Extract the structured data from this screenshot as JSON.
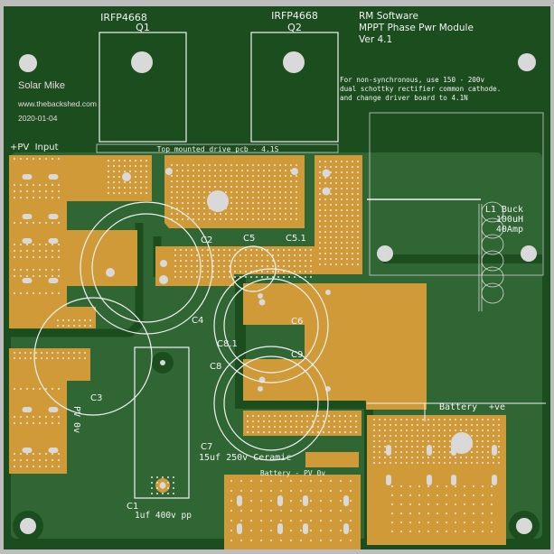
{
  "colors": {
    "background": "#bdbdbd",
    "board_dark": "#1b4d1f",
    "board_fill": "#2f6633",
    "copper": "#d09a38",
    "hole": "#d9d9d9",
    "silkscreen": "#f2f2f2",
    "author_text": "#e8d9de"
  },
  "components": {
    "q1": {
      "part": "IRFP4668",
      "ref": "Q1"
    },
    "q2": {
      "part": "IRFP4668",
      "ref": "Q2"
    },
    "l1": {
      "ref_name": "L1 Buck",
      "value": "100uH",
      "rating": "40Amp"
    },
    "c1": {
      "ref": "C1",
      "value": "1uf 400v pp"
    },
    "c2": {
      "ref": "C2"
    },
    "c3": {
      "ref": "C3"
    },
    "c4": {
      "ref": "C4"
    },
    "c5": {
      "ref": "C5"
    },
    "c5_1": {
      "ref": "C5.1"
    },
    "c6": {
      "ref": "C6"
    },
    "c7": {
      "ref": "C7",
      "value": "15uf 250v Ceramic"
    },
    "c8": {
      "ref": "C8"
    },
    "c8_1": {
      "ref": "C8.1"
    },
    "c9": {
      "ref": "C9"
    }
  },
  "header": {
    "company": "RM Software",
    "product": "MPPT Phase Pwr Module",
    "version": "Ver 4.1"
  },
  "author": {
    "name": "Solar Mike",
    "website": "www.thebackshed.com",
    "date": "2020-01-04"
  },
  "notes": {
    "line1": "For non-synchronous, use 150 - 200v",
    "line2": "dual schottky rectifier common cathode.",
    "line3": "and change driver board to 4.1N",
    "drive_pcb": "Top mounted drive pcb - 4.1S"
  },
  "terminals": {
    "pv_input": "+PV  Input",
    "pv_0v": "PV 0v",
    "battery_pv_0v": "Battery - PV 0v",
    "battery_label": "Battery",
    "battery_positive": "+ve"
  }
}
